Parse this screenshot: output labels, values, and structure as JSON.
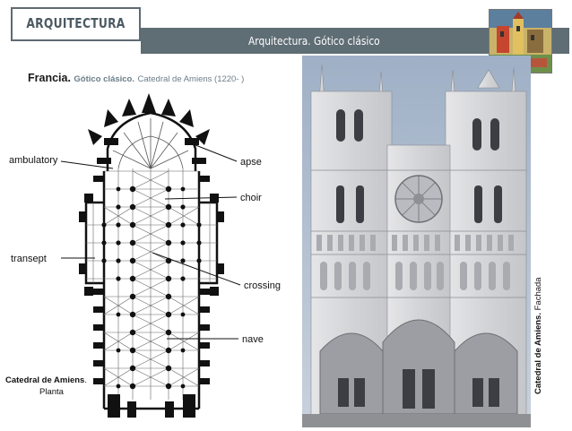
{
  "header": {
    "section": "ARQUITECTURA",
    "subtitle": "Arquitectura. Gótico clásico"
  },
  "heading": {
    "country": "Francia.",
    "style": "Gótico clásico.",
    "rest": "Catedral de Amiens (1220- )"
  },
  "plan": {
    "labels": [
      "ambulatory",
      "apse",
      "choir",
      "transept",
      "crossing",
      "nave"
    ],
    "caption_bold": "Catedral de Amiens",
    "caption_dot": ".",
    "caption_rest": "Planta"
  },
  "photo": {
    "caption_bold": "Catedral de Amiens.",
    "caption_rest": " Fachada"
  },
  "colors": {
    "accent_bar": "#5f6d75",
    "header_text": "#4c5a63",
    "muted_text": "#6b7d8a",
    "stone": "#d9dadc",
    "sky": "#aeb9c8"
  }
}
